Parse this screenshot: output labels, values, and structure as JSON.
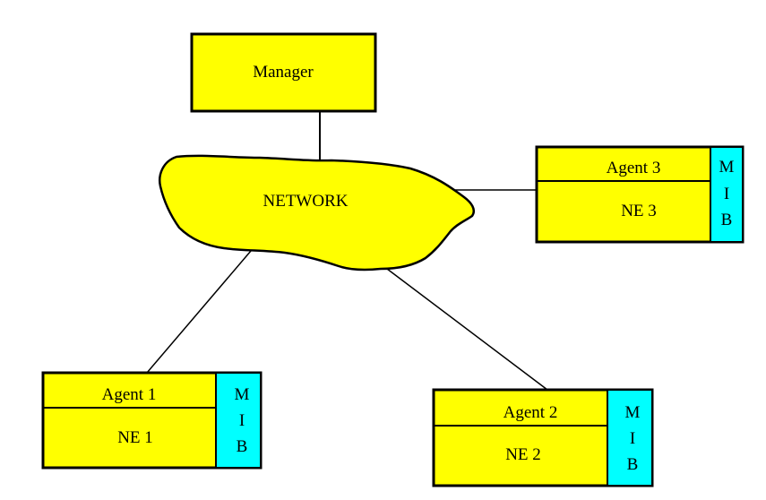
{
  "colors": {
    "box_fill": "#ffff00",
    "mib_fill": "#00ffff",
    "stroke": "#000000"
  },
  "manager": {
    "label": "Manager"
  },
  "network": {
    "label": "NETWORK"
  },
  "agents": [
    {
      "agent_label": "Agent 3",
      "ne_label": "NE 3",
      "mib_letters": [
        "M",
        "I",
        "B"
      ]
    },
    {
      "agent_label": "Agent 1",
      "ne_label": "NE 1",
      "mib_letters": [
        "M",
        "I",
        "B"
      ]
    },
    {
      "agent_label": "Agent 2",
      "ne_label": "NE 2",
      "mib_letters": [
        "M",
        "I",
        "B"
      ]
    }
  ]
}
